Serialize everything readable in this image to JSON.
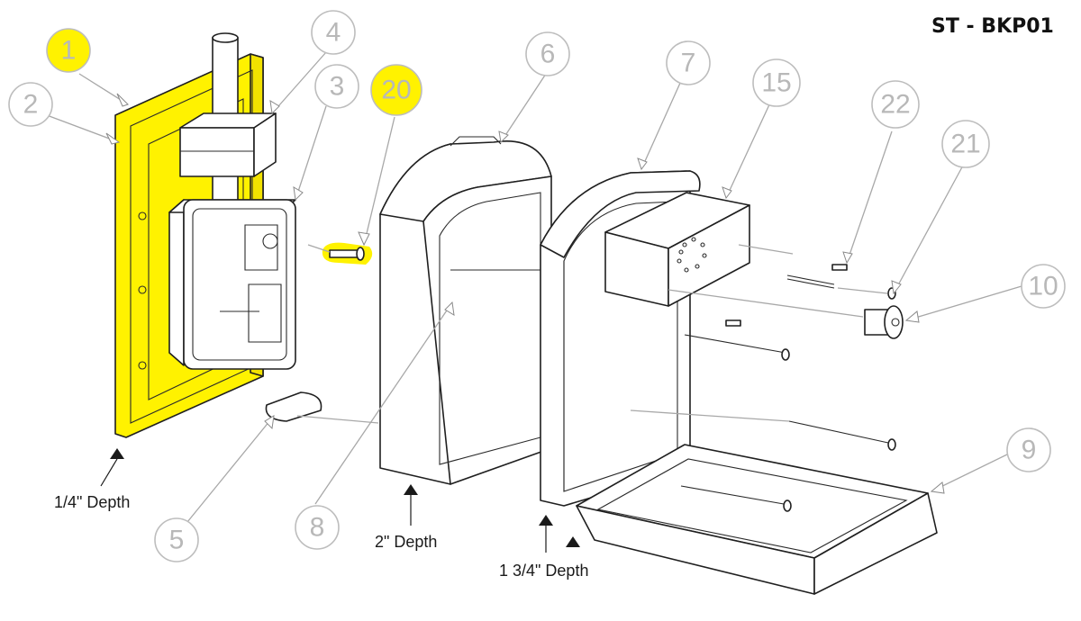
{
  "title": "ST - BKP01",
  "highlight_color": "#fff200",
  "line_color": "#1f1f1f",
  "callout_color": "#bdbdbd",
  "callouts": [
    {
      "id": "c1",
      "label": "1",
      "highlighted": true
    },
    {
      "id": "c2",
      "label": "2",
      "highlighted": false
    },
    {
      "id": "c3",
      "label": "3",
      "highlighted": false
    },
    {
      "id": "c4",
      "label": "4",
      "highlighted": false
    },
    {
      "id": "c5",
      "label": "5",
      "highlighted": false
    },
    {
      "id": "c6",
      "label": "6",
      "highlighted": false
    },
    {
      "id": "c7",
      "label": "7",
      "highlighted": false
    },
    {
      "id": "c8",
      "label": "8",
      "highlighted": false
    },
    {
      "id": "c9",
      "label": "9",
      "highlighted": false
    },
    {
      "id": "c10",
      "label": "10",
      "highlighted": false
    },
    {
      "id": "c15",
      "label": "15",
      "highlighted": false
    },
    {
      "id": "c20",
      "label": "20",
      "highlighted": true
    },
    {
      "id": "c21",
      "label": "21",
      "highlighted": false
    },
    {
      "id": "c22",
      "label": "22",
      "highlighted": false
    }
  ],
  "depth_labels": {
    "quarter": "1/4\" Depth",
    "two": "2\" Depth",
    "one_three_quarter": "1 3/4\" Depth"
  }
}
